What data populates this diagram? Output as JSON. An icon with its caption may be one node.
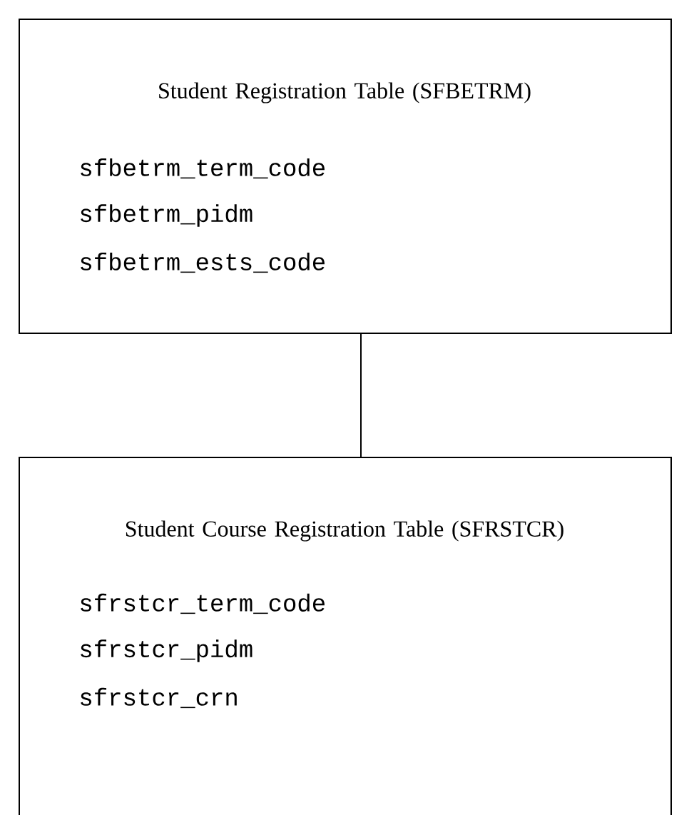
{
  "diagram": {
    "nodes": [
      {
        "text": [
          "Student Registration Table (SFBETRM)",
          "sfbetrm_term_code",
          "sfbetrm_pidm",
          "sfbetrm_ests_code"
        ]
      },
      {
        "text": [
          "Student Course Registration Table (SFRSTCR)",
          "sfrstcr_term_code",
          "sfrstcr_pidm",
          "sfrstcr_crn"
        ]
      }
    ],
    "edges": [
      {
        "from": 0,
        "to": 1,
        "arrow": "none"
      }
    ]
  }
}
